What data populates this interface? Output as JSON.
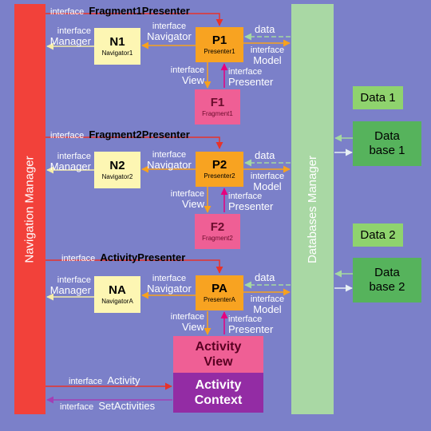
{
  "navigation_manager": {
    "label": "Navigation Manager"
  },
  "databases_manager": {
    "label": "Databases Manager"
  },
  "rows": [
    {
      "id": "1",
      "fragment_presenter_label": "interface",
      "fragment_presenter_name": "Fragment1Presenter",
      "manager_label": "interface",
      "manager_name": "Manager",
      "navigator_title": "N1",
      "navigator_subtitle": "Navigator1",
      "navigator_iface_label": "interface",
      "navigator_iface_name": "Navigator",
      "presenter_title": "P1",
      "presenter_subtitle": "Presenter1",
      "data_label": "data",
      "model_label": "interface",
      "model_name": "Model",
      "view_label": "interface",
      "view_name": "View",
      "presenter_iface_label": "interface",
      "presenter_iface_name": "Presenter",
      "view_title": "F1",
      "view_subtitle": "Fragment1"
    },
    {
      "id": "2",
      "fragment_presenter_label": "interface",
      "fragment_presenter_name": "Fragment2Presenter",
      "manager_label": "interface",
      "manager_name": "Manager",
      "navigator_title": "N2",
      "navigator_subtitle": "Navigator2",
      "navigator_iface_label": "interface",
      "navigator_iface_name": "Navigator",
      "presenter_title": "P2",
      "presenter_subtitle": "Presenter2",
      "data_label": "data",
      "model_label": "interface",
      "model_name": "Model",
      "view_label": "interface",
      "view_name": "View",
      "presenter_iface_label": "interface",
      "presenter_iface_name": "Presenter",
      "view_title": "F2",
      "view_subtitle": "Fragment2"
    },
    {
      "id": "a",
      "fragment_presenter_label": "interface",
      "fragment_presenter_name": "ActivityPresenter",
      "manager_label": "interface",
      "manager_name": "Manager",
      "navigator_title": "NA",
      "navigator_subtitle": "NavigatorA",
      "navigator_iface_label": "interface",
      "navigator_iface_name": "Navigator",
      "presenter_title": "PA",
      "presenter_subtitle": "PresenterA",
      "data_label": "data",
      "model_label": "interface",
      "model_name": "Model",
      "view_label": "interface",
      "view_name": "View",
      "presenter_iface_label": "interface",
      "presenter_iface_name": "Presenter"
    }
  ],
  "activity_view": {
    "line1": "Activity",
    "line2": "View"
  },
  "activity_context": {
    "line1": "Activity",
    "line2": "Context"
  },
  "activity_iface": {
    "label": "interface",
    "name": "Activity"
  },
  "set_activities_iface": {
    "label": "interface",
    "name": "SetActivities"
  },
  "data1": {
    "label": "Data 1"
  },
  "database1": {
    "line1": "Data",
    "line2": "base 1"
  },
  "data2": {
    "label": "Data 2"
  },
  "database2": {
    "line1": "Data",
    "line2": "base 2"
  },
  "colors": {
    "background": "#7b80c9",
    "navigation_manager": "#f2413a",
    "databases_manager": "#a9d8a4",
    "navigator": "#fdf6b3",
    "presenter": "#f8a321",
    "fragment": "#ef5f95",
    "activity_context": "#932ca4",
    "data_label": "#8fd36e",
    "database": "#56b35c",
    "arrow_red": "#e8322a",
    "arrow_yellow": "#f6eea8",
    "arrow_orange": "#f7a11e",
    "arrow_pink": "#e6007e",
    "arrow_green": "#a6d9a0",
    "arrow_purple": "#a23fb4"
  }
}
